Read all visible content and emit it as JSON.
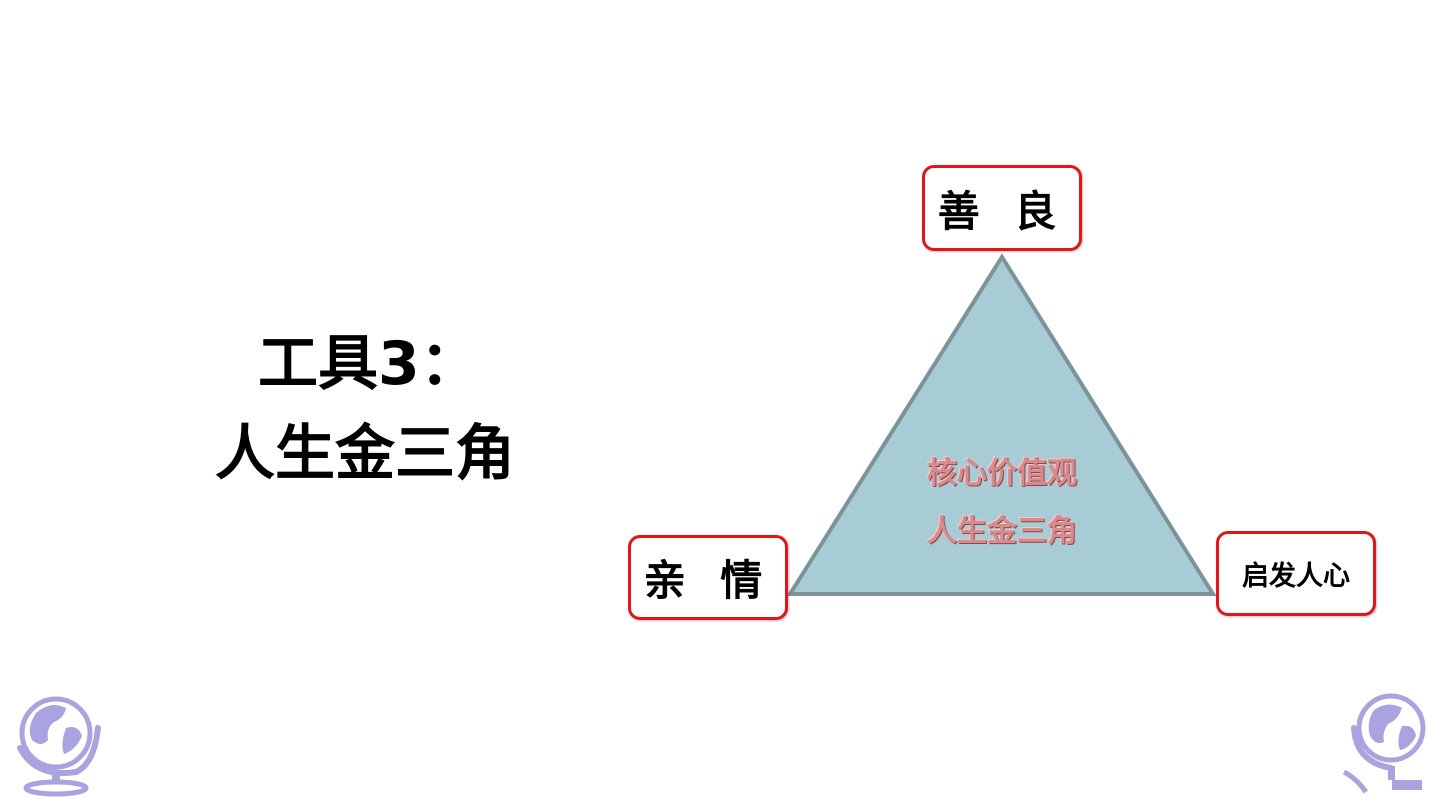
{
  "title": {
    "line1": "工具3：",
    "line2": "人生金三角"
  },
  "triangle": {
    "center_line1": "核心价值观",
    "center_line2": "人生金三角",
    "top_label": "善 良",
    "left_label": "亲 情",
    "right_label": "启发人心"
  },
  "colors": {
    "triangle_fill": "#a7ccd6",
    "triangle_stroke": "#7d939a",
    "box_border": "#e3151a",
    "globe": "#a9a3e0"
  }
}
